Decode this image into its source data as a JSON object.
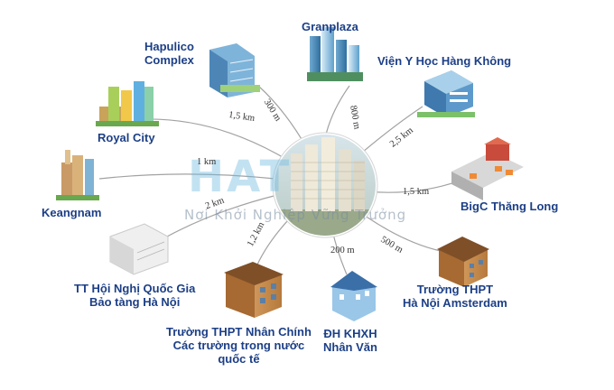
{
  "watermark": {
    "text": "HAT",
    "tagline": "Nơi Khởi Nghiệp Vững Trưởng"
  },
  "nodes": [
    {
      "id": "granplaza",
      "label": "Granplaza",
      "distance": "800 m"
    },
    {
      "id": "hapulico",
      "label": "Hapulico\nComplex",
      "distance": "300 m"
    },
    {
      "id": "vien-y-hoc",
      "label": "Viện Y Học Hàng Không",
      "distance": "2,5 km"
    },
    {
      "id": "royal-city",
      "label": "Royal City",
      "distance": "1,5 km"
    },
    {
      "id": "keangnam",
      "label": "Keangnam",
      "distance": "1 km"
    },
    {
      "id": "bigc",
      "label": "BigC Thăng Long",
      "distance": "1,5 km"
    },
    {
      "id": "hoi-nghi",
      "label": "TT Hội Nghị Quốc Gia\nBảo tàng Hà Nội",
      "distance": "2 km"
    },
    {
      "id": "nhan-chinh",
      "label": "Trường THPT Nhân Chính\nCác trường trong nước\nquốc tế",
      "distance": "1,2 km"
    },
    {
      "id": "khxh",
      "label": "ĐH KHXH\nNhân Văn",
      "distance": "200 m"
    },
    {
      "id": "amsterdam",
      "label": "Trường THPT\nHà Nội Amsterdam",
      "distance": "500 m"
    }
  ],
  "colors": {
    "label": "#1c3f86",
    "line": "#9a9a9a"
  }
}
